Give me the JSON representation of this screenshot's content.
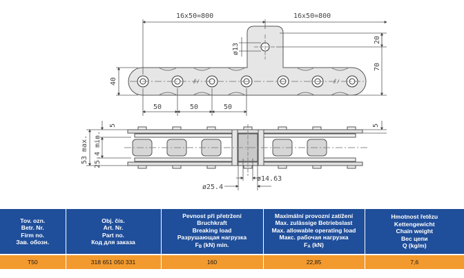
{
  "drawing": {
    "dim_top_left": "16x50=800",
    "dim_top_right": "16x50=800",
    "dim_hole_dia": "ø13",
    "dim_20": "20",
    "dim_70": "70",
    "dim_40": "40",
    "dim_pitch_1": "50",
    "dim_pitch_2": "50",
    "dim_pitch_3": "50",
    "dim_5_left": "5",
    "dim_5_right": "5",
    "dim_53_max": "53 max.",
    "dim_25_4_min": "25.4 min.",
    "dim_roller_dia": "ø25.4",
    "dim_pin_dia": "ø14.63"
  },
  "table": {
    "headers": [
      {
        "lines": [
          "Tov. ozn.",
          "Betr. Nr.",
          "Firm no.",
          "Зав. обозн."
        ],
        "sub_line": null
      },
      {
        "lines": [
          "Obj. čís.",
          "Art. Nr.",
          "Part no.",
          "Код для заказа"
        ],
        "sub_line": null
      },
      {
        "lines": [
          "Pevnost při přetržení",
          "Bruchkraft",
          "Breaking load",
          "Разрушающая нагрузка"
        ],
        "sub_line": {
          "pre": "F",
          "sub": "B",
          "post": " (kN) min."
        }
      },
      {
        "lines": [
          "Maximální provozní zatížení",
          "Max. zulässige Betriebslast",
          "Max. allowable operating load",
          "Макс. рабочая нагрузка"
        ],
        "sub_line": {
          "pre": "F",
          "sub": "A",
          "post": " (kN)"
        }
      },
      {
        "lines": [
          "Hmotnost řetězu",
          "Kettengewicht",
          "Chain weight",
          "Вес цепи",
          "Q (kg/m)"
        ],
        "sub_line": null
      }
    ],
    "row": [
      "T50",
      "318 651 050 331",
      "160",
      "22,85",
      "7,6"
    ]
  }
}
